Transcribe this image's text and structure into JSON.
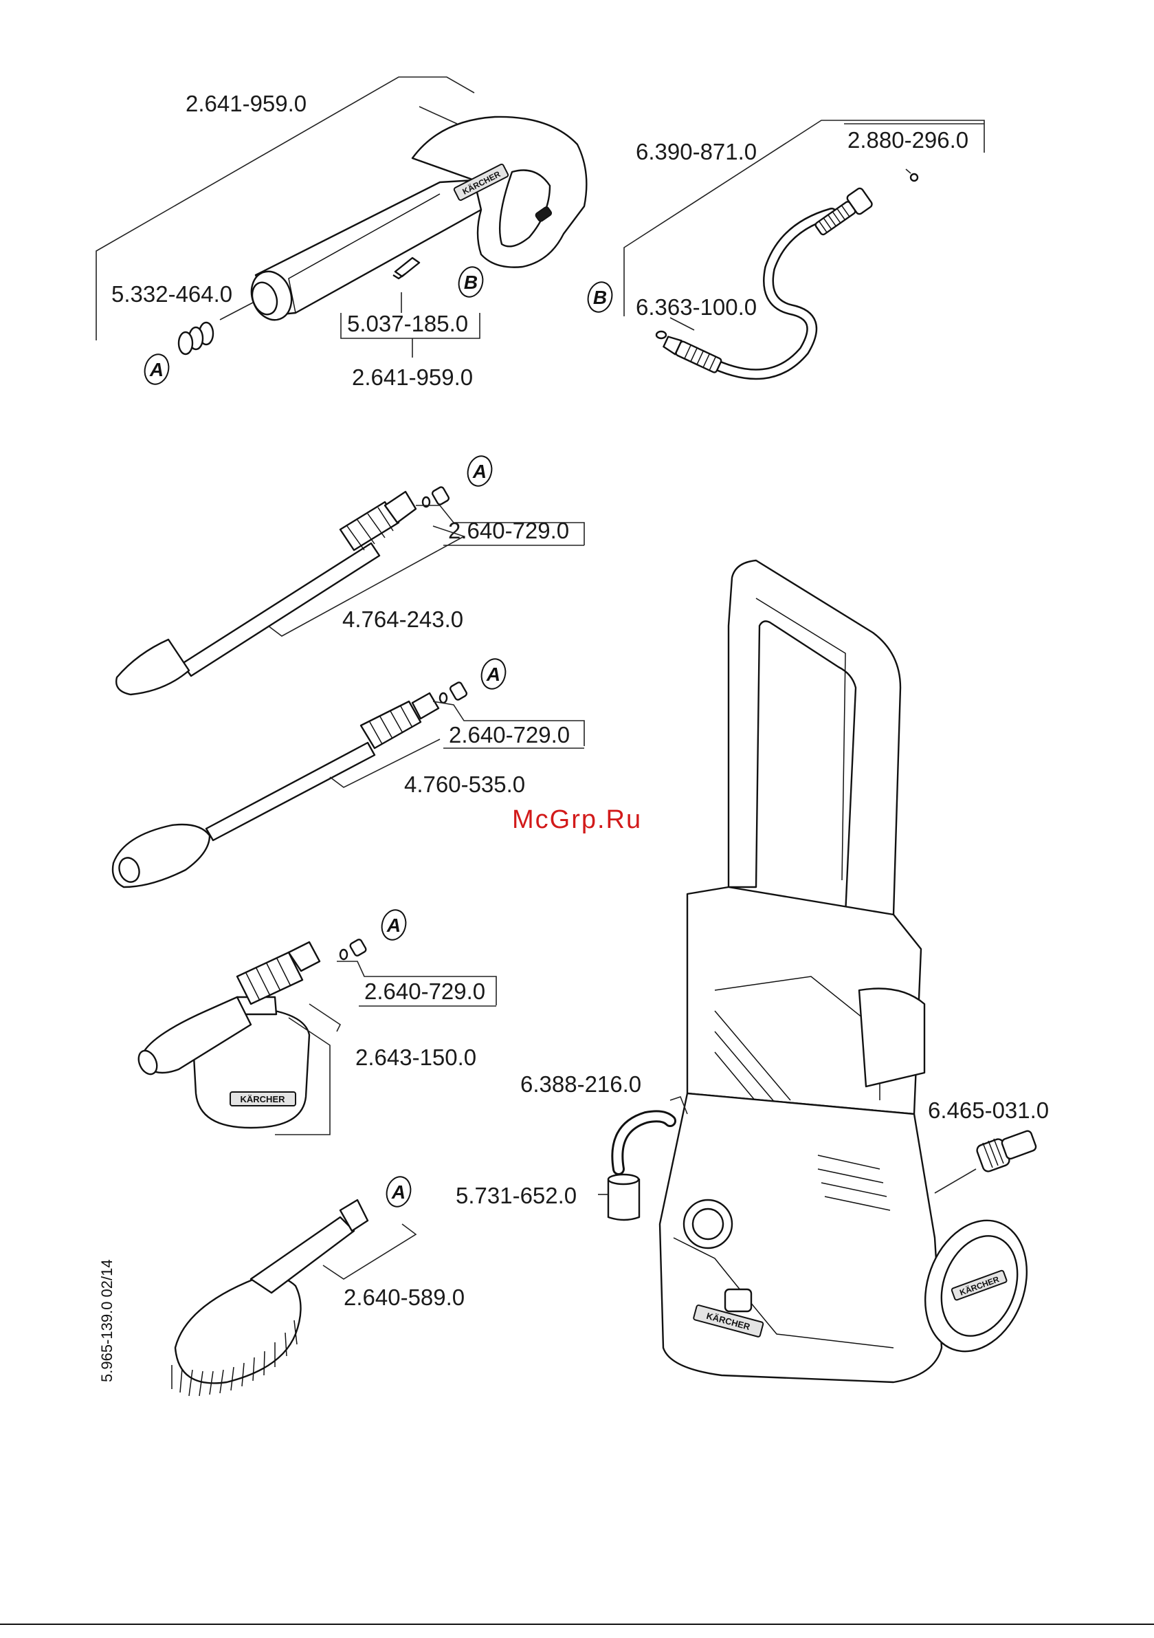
{
  "watermark": "McGrp.Ru",
  "document_number": "5.965-139.0  02/14",
  "brand_text": "KÄRCHER",
  "part_numbers": {
    "gun_main": "2.641-959.0",
    "gun_kit": "2.641-959.0",
    "gun_spring": "5.332-464.0",
    "gun_clip": "5.037-185.0",
    "hose": "6.390-871.0",
    "hose_oring_top": "2.880-296.0",
    "hose_oring_bottom": "6.363-100.0",
    "lance1_oring_set": "2.640-729.0",
    "lance1": "4.764-243.0",
    "lance2_oring_set": "2.640-729.0",
    "lance2": "4.760-535.0",
    "foam_oring_set": "2.640-729.0",
    "foam_nozzle": "2.643-150.0",
    "brush": "2.640-589.0",
    "suction_hose": "6.388-216.0",
    "filter_cap": "5.731-652.0",
    "water_connector": "6.465-031.0"
  },
  "connection_marks": {
    "a": "A",
    "b": "B"
  }
}
